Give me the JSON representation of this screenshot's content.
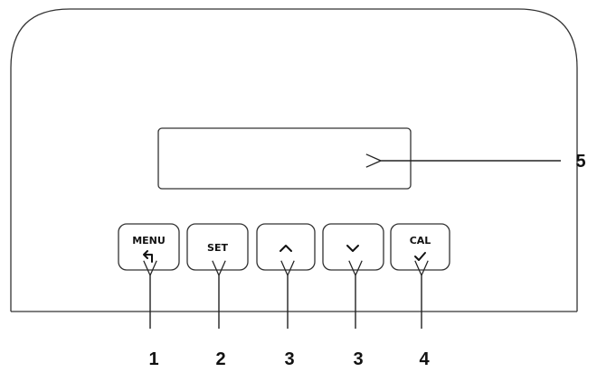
{
  "device": {
    "buttons": [
      {
        "label": "MENU",
        "icon": "return-arrow-icon"
      },
      {
        "label": "SET",
        "icon": ""
      },
      {
        "label": "",
        "icon": "chevron-up-icon"
      },
      {
        "label": "",
        "icon": "chevron-down-icon"
      },
      {
        "label": "CAL",
        "icon": "checkmark-icon"
      }
    ],
    "display_screen": {
      "text": ""
    }
  },
  "callouts": {
    "button_numbers": [
      "1",
      "2",
      "3",
      "3",
      "4"
    ],
    "display_number": "5"
  },
  "colors": {
    "stroke": "#333333",
    "text": "#111111",
    "background": "#ffffff"
  }
}
